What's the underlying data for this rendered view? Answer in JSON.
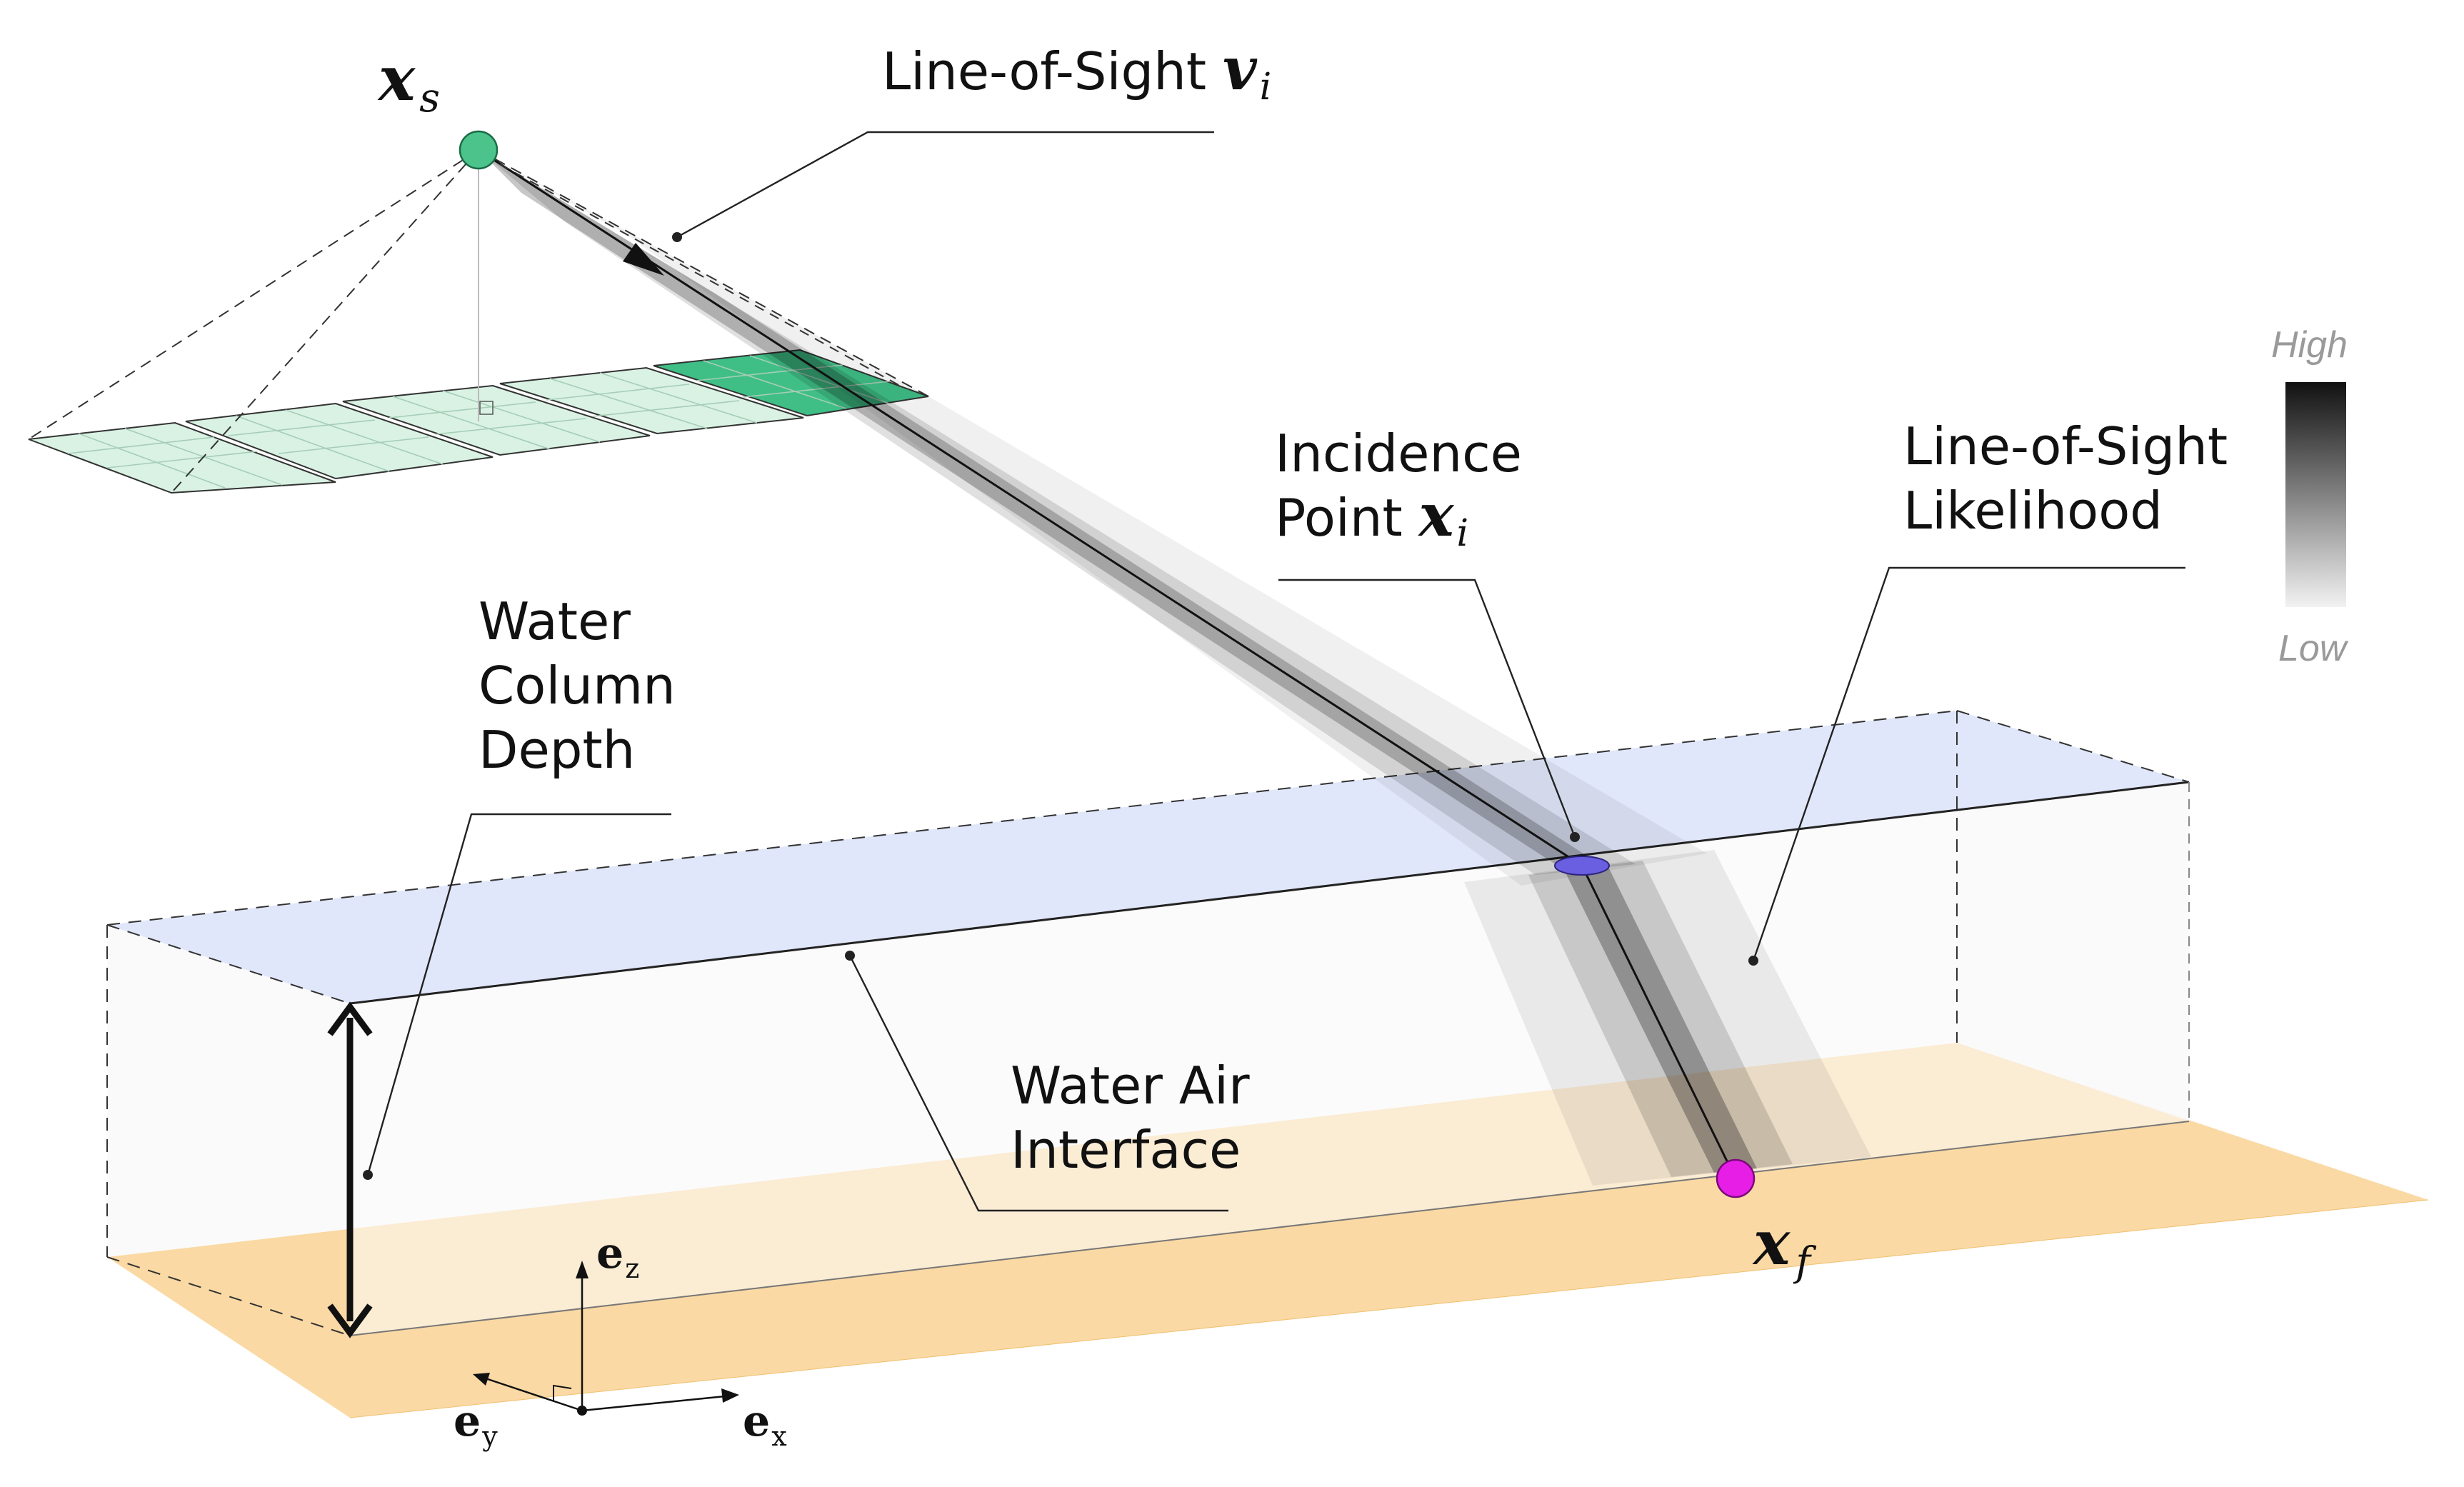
{
  "labels": {
    "sensor_symbol": "x",
    "sensor_sub": "s",
    "los_text": "Line-of-Sight ",
    "los_symbol": "v",
    "los_sub": "i",
    "incidence_line1": "Incidence",
    "incidence_line2": "Point ",
    "incidence_symbol": "x",
    "incidence_sub": "i",
    "likelihood_line1": "Line-of-Sight",
    "likelihood_line2": "Likelihood",
    "depth_line1": "Water",
    "depth_line2": "Column",
    "depth_line3": "Depth",
    "interface_line1": "Water Air",
    "interface_line2": "Interface",
    "floor_symbol": "x",
    "floor_sub": "f",
    "axis_ez": "e",
    "axis_ez_sub": "z",
    "axis_ex": "e",
    "axis_ex_sub": "x",
    "axis_ey": "e",
    "axis_ey_sub": "y"
  },
  "colorbar": {
    "high_label": "High",
    "low_label": "Low",
    "high_color": "#111111",
    "low_color": "#f2f2f2"
  },
  "colors": {
    "sensor_point": "#4cc38a",
    "floor_point": "#e61ee6",
    "incidence_point": "#6a5fe0",
    "water_surface": "#dfe6fa",
    "seafloor": "#f9d59a",
    "pixel_grid": "#d9f2e4",
    "pixel_grid_active": "#3fbf86"
  }
}
